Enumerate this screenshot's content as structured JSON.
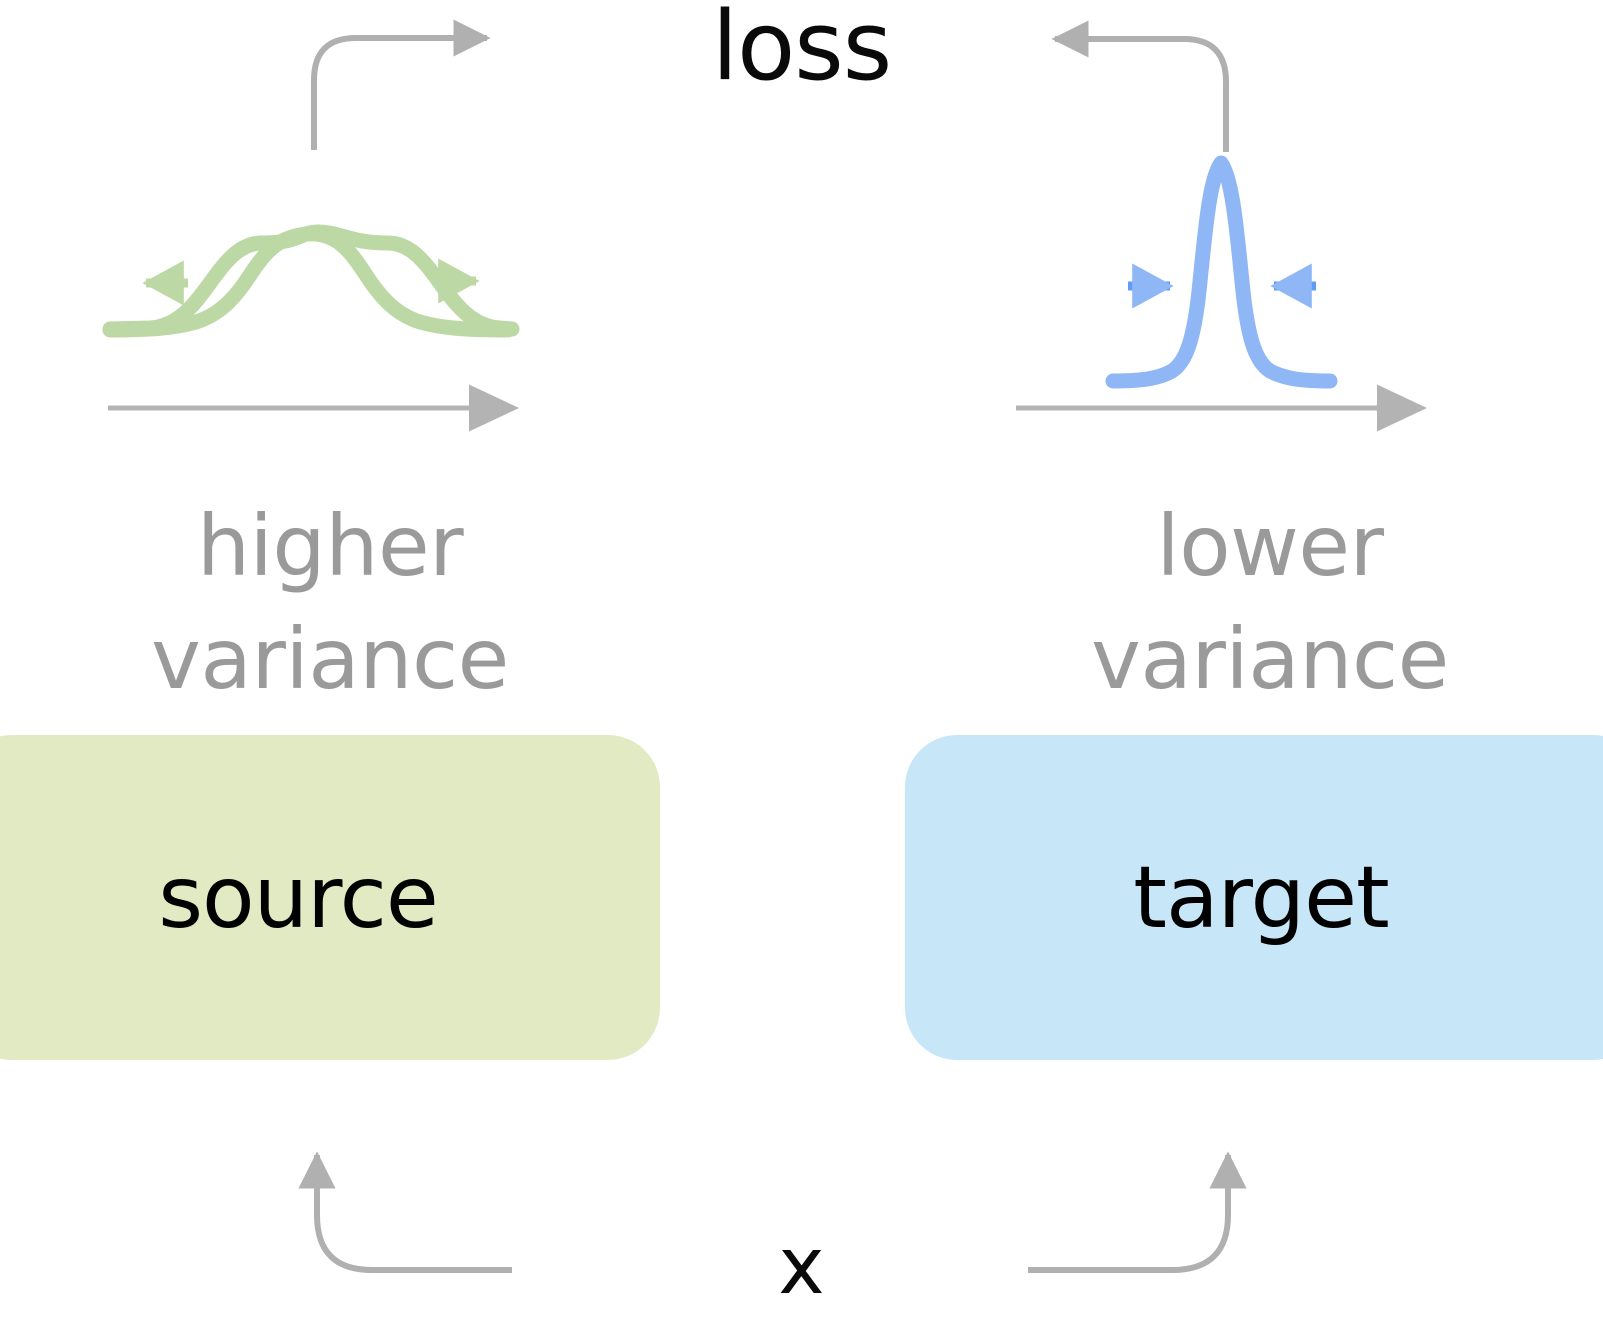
{
  "diagram": {
    "title_text": "loss",
    "input_label": "x",
    "left": {
      "variance_label_line1": "higher",
      "variance_label_line2": "variance",
      "node_label": "source",
      "node_color": "#e2eac4",
      "curve_color": "#bcd8a5",
      "arrow_direction": "outward",
      "distribution": "wide-flat-gaussian"
    },
    "right": {
      "variance_label_line1": "lower",
      "variance_label_line2": "variance",
      "node_label": "target",
      "node_color": "#c7e7f8",
      "curve_color": "#8fb6f5",
      "arrow_direction": "inward",
      "distribution": "narrow-tall-gaussian"
    },
    "colors": {
      "background": "#ffffff",
      "arrow_gray": "#b0b0b0",
      "axis_gray": "#b3b3b3",
      "label_gray": "#9a9a9a",
      "text_black": "#0a0a0a"
    },
    "icons": {
      "loss_feedback_left": "curved-arrow-up-right-icon",
      "loss_feedback_right": "curved-arrow-up-left-icon",
      "input_feed_left": "curved-arrow-right-up-icon",
      "input_feed_right": "curved-arrow-left-up-icon",
      "left_axis": "axis-arrow-right-icon",
      "right_axis": "axis-arrow-right-icon",
      "left_spread_arrows": "spread-outward-arrows-icon",
      "right_spread_arrows": "spread-inward-arrows-icon"
    }
  },
  "chart_data": {
    "type": "line",
    "title": "loss",
    "xlabel": "x",
    "ylabel": "",
    "grid": false,
    "legend": "none",
    "panels": [
      {
        "name": "source",
        "series_name": "higher variance",
        "color": "#bcd8a5",
        "mean": 0.0,
        "sigma": 1.0,
        "peak_height": 1.0,
        "annotation": "higher variance",
        "arrow_annotations": [
          "left-outward",
          "right-outward"
        ],
        "xlim": [
          -3.2,
          3.2
        ],
        "ylim": [
          0,
          1.15
        ]
      },
      {
        "name": "target",
        "series_name": "lower variance",
        "color": "#8fb6f5",
        "mean": 0.0,
        "sigma": 0.28,
        "peak_height": 1.0,
        "annotation": "lower variance",
        "arrow_annotations": [
          "left-inward",
          "right-inward"
        ],
        "xlim": [
          -3.2,
          3.2
        ],
        "ylim": [
          0,
          1.15
        ]
      }
    ]
  }
}
